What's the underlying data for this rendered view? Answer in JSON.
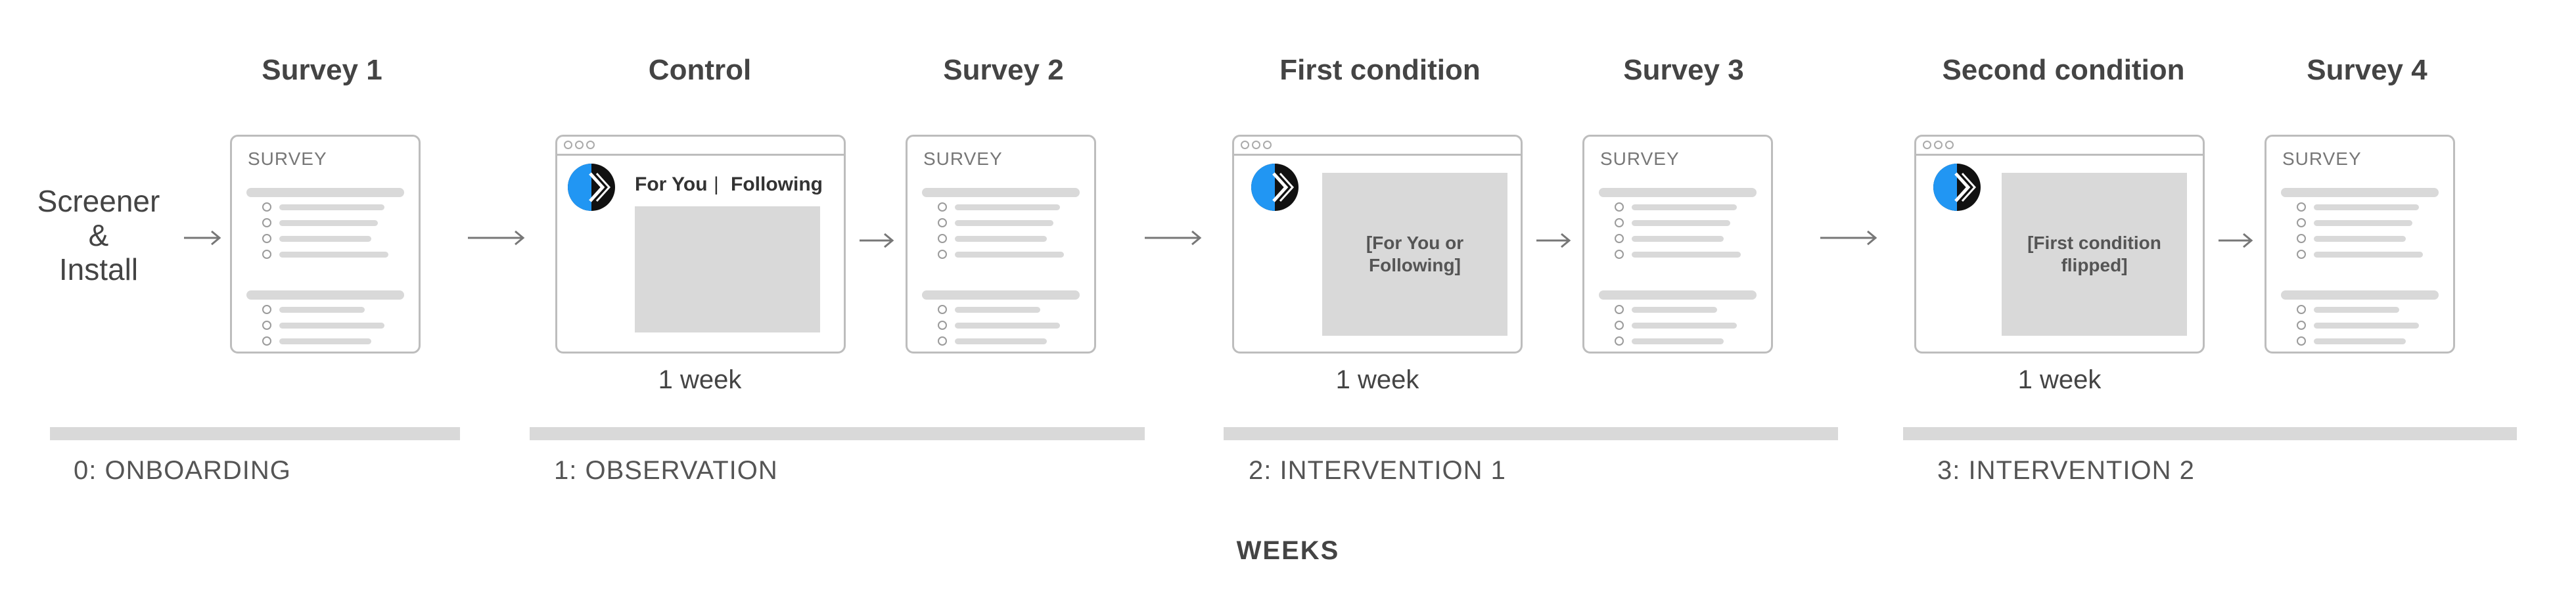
{
  "start": {
    "label_lines": [
      "Screener",
      "&",
      "Install"
    ]
  },
  "stages": [
    {
      "title": "Survey 1"
    },
    {
      "title": "Control"
    },
    {
      "title": "Survey 2"
    },
    {
      "title": "First condition"
    },
    {
      "title": "Survey 3"
    },
    {
      "title": "Second condition"
    },
    {
      "title": "Survey 4"
    }
  ],
  "survey_card_label": "SURVEY",
  "control_feed": {
    "tab_for_you": "For You",
    "tab_separator": "|",
    "tab_following": "Following"
  },
  "first_condition_feed": {
    "lines": [
      "[For You or",
      "Following]"
    ]
  },
  "second_condition_feed": {
    "lines": [
      "[First condition",
      "flipped]"
    ]
  },
  "durations": [
    "1 week",
    "1 week",
    "1 week"
  ],
  "phases": [
    {
      "label": "0: ONBOARDING"
    },
    {
      "label": "1: OBSERVATION"
    },
    {
      "label": "2: INTERVENTION 1"
    },
    {
      "label": "3: INTERVENTION 2"
    }
  ],
  "axis_label": "WEEKS",
  "icons": {
    "logo": "x-logo-icon",
    "arrow": "arrow-right-icon"
  },
  "colors": {
    "logo_blue": "#2196F3",
    "logo_black": "#111111",
    "placeholder": "#d9d9d9",
    "outline": "#bdbdbd"
  }
}
